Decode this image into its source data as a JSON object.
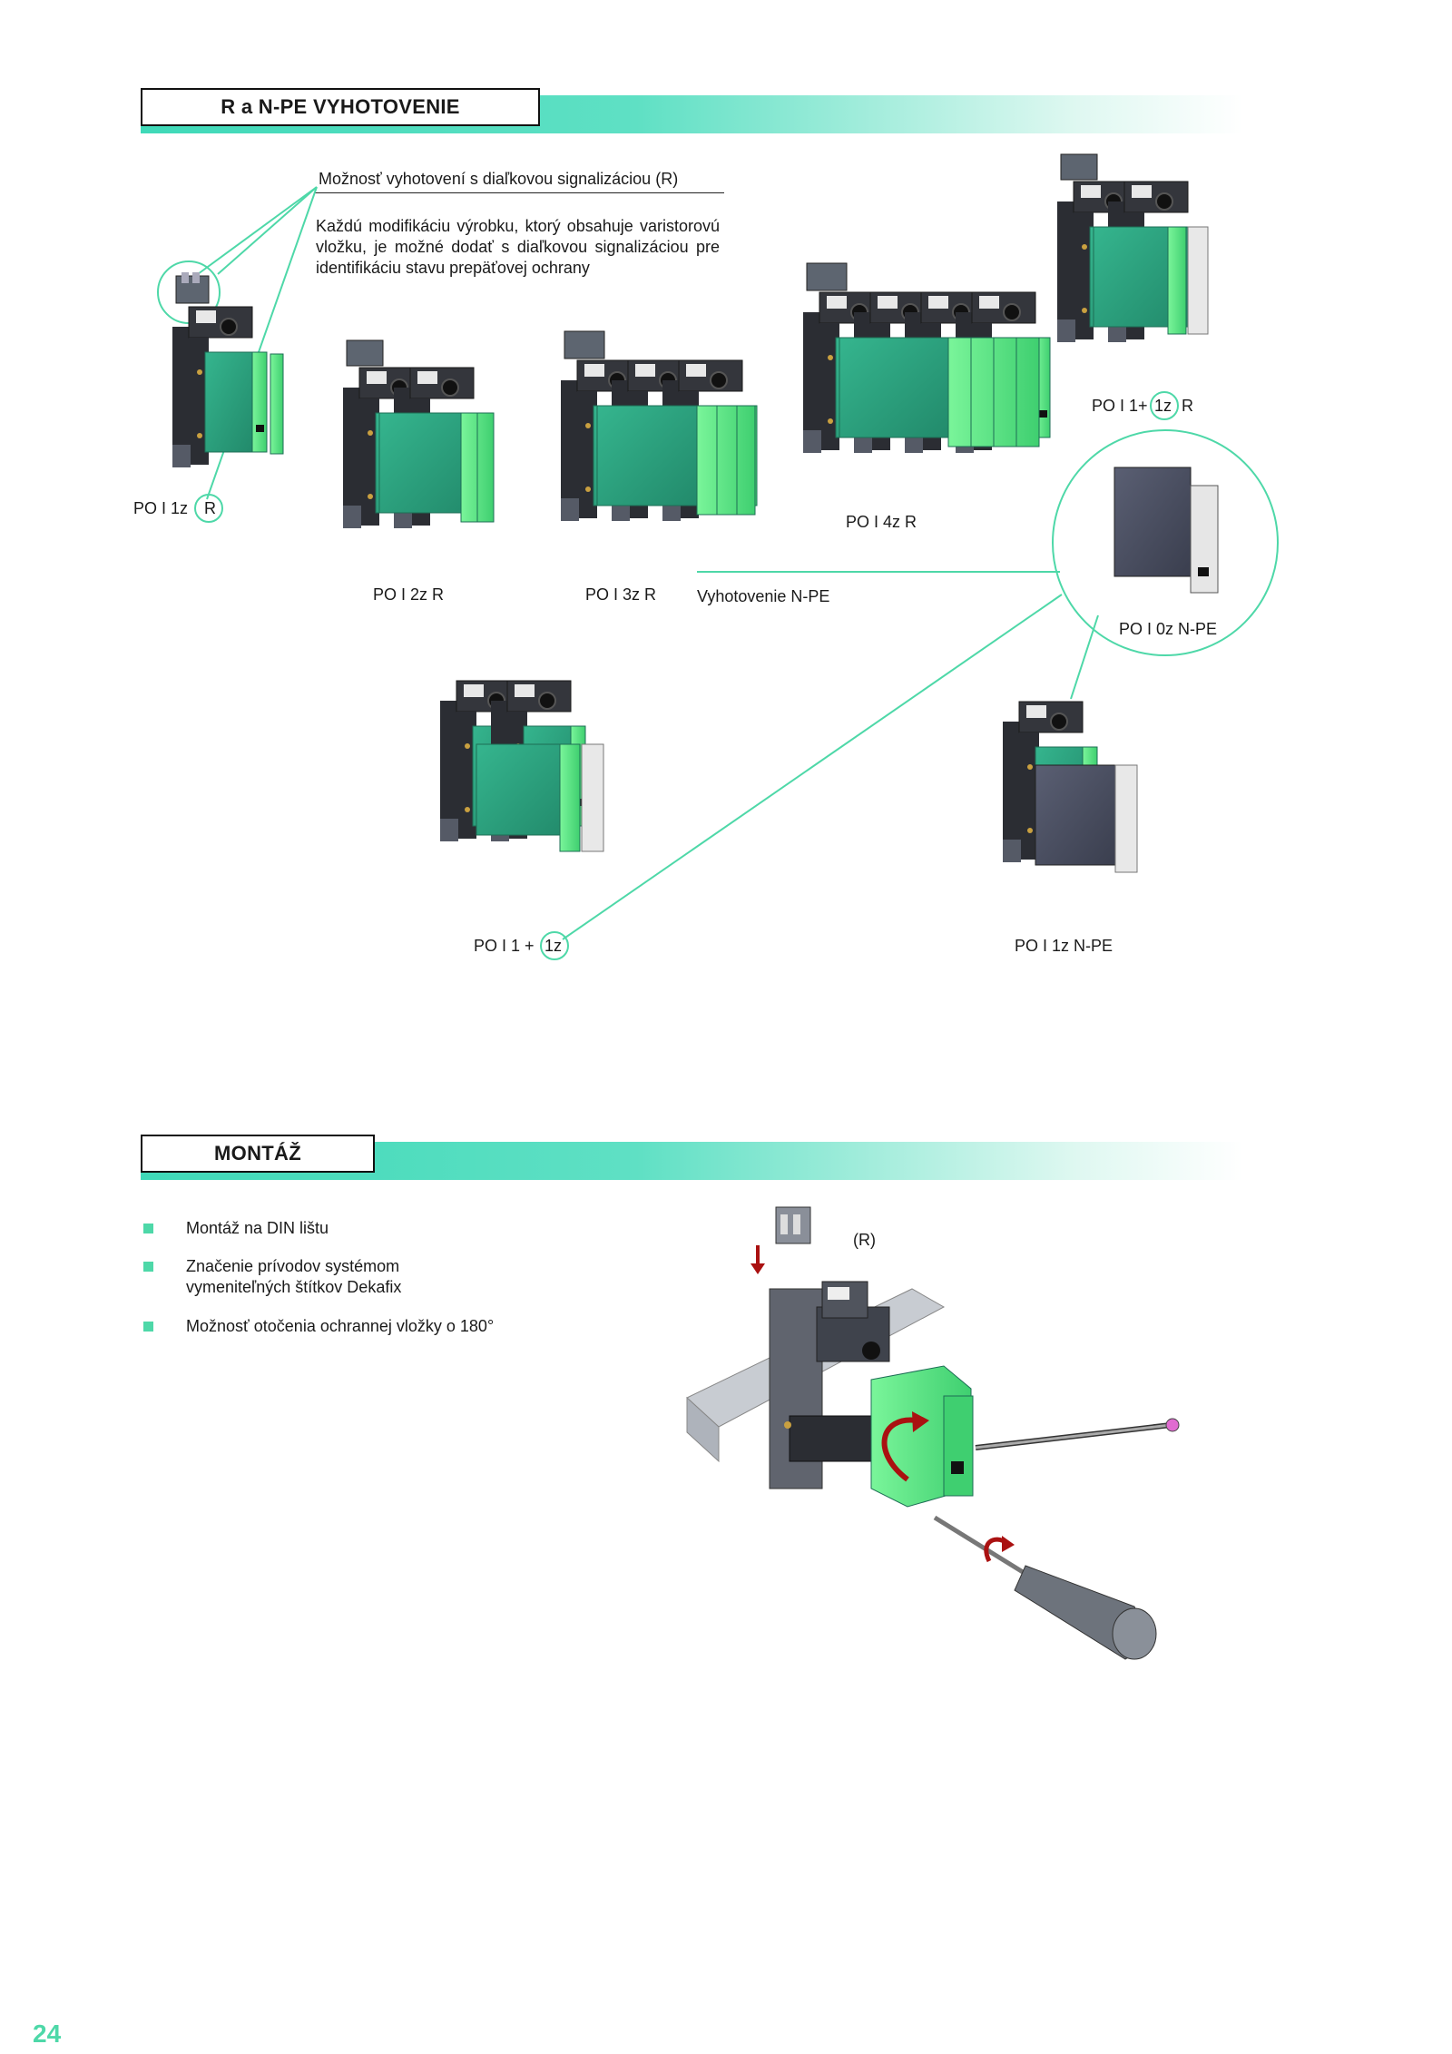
{
  "section1": {
    "title": "R a N-PE VYHOTOVENIE",
    "caption": "Možnosť vyhotovení s diaľkovou signalizáciou (R)",
    "description": "Každú modifikáciu výrobku, ktorý obsahuje varistorovú vložku, je možné dodať s diaľkovou signalizáciou pre identifikáciu stavu prepäťovej ochrany",
    "labels": {
      "po_i_1z": "PO I 1z",
      "r_circle": "R",
      "po_i_2z_r": "PO I 2z R",
      "po_i_3z_r": "PO I 3z R",
      "po_i_4z_r": "PO I 4z R",
      "po_i_1_plus": "PO I 1+",
      "circle_1z": "1z",
      "r_suffix": "R",
      "vyhotovenie_npe": "Vyhotovenie N-PE",
      "po_i_0z_npe": "PO I 0z  N-PE",
      "po_i_1_plus_1z_prefix": "PO I 1 +",
      "po_i_1z_npe": "PO I 1z N-PE"
    }
  },
  "section2": {
    "title": "MONTÁŽ",
    "bullets": [
      "Montáž na DIN lištu",
      "Značenie prívodov systémom vymeniteľných štítkov Dekafix",
      "Možnosť otočenia ochrannej vložky o 180°"
    ],
    "r_label": "(R)"
  },
  "page_number": "24",
  "colors": {
    "accent": "#4ed8a8",
    "module_green": "#2fa882",
    "insert_green": "#5fe08a",
    "body_dark": "#2b2d33",
    "npe_grey": "#4b5066"
  }
}
